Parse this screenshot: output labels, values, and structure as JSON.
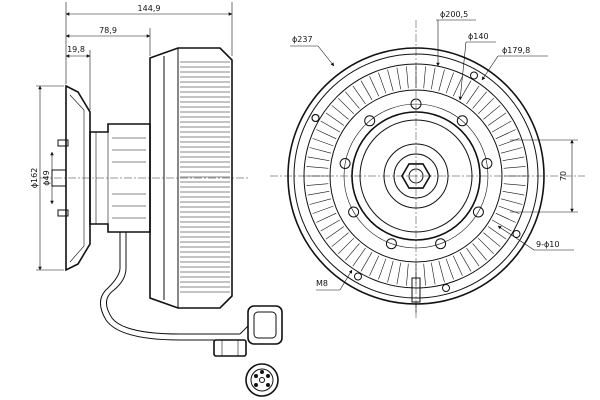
{
  "side_view": {
    "overall_length": "144,9",
    "hub_length": "78,9",
    "flange_length": "19,8",
    "diameter_outer": "ϕ162",
    "diameter_inner": "ϕ49"
  },
  "front_view": {
    "diameter_237": "ϕ237",
    "diameter_200_5": "ϕ200,5",
    "diameter_140": "ϕ140",
    "diameter_179_8": "ϕ179,8",
    "height_70": "70",
    "holes": "9-ϕ10",
    "thread": "M8"
  }
}
